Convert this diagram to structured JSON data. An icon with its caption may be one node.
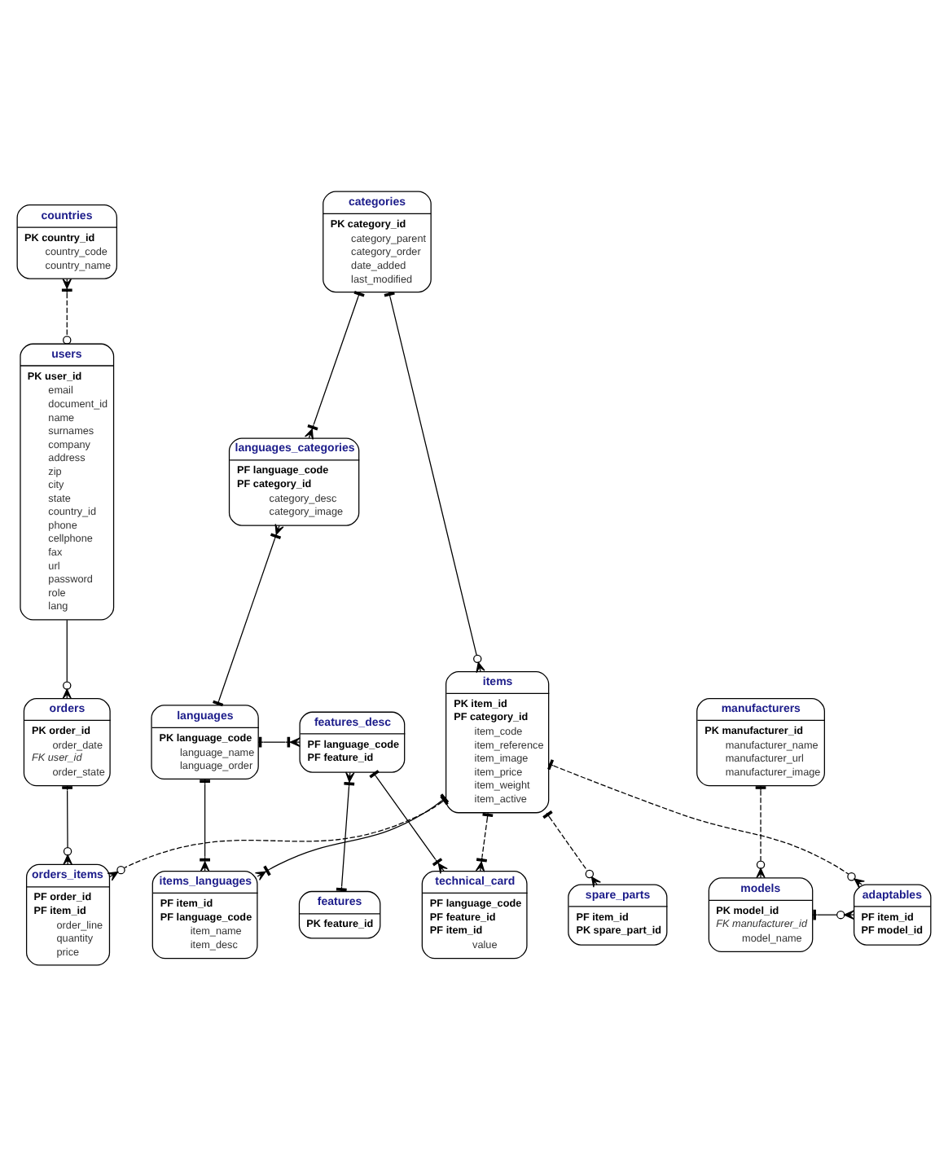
{
  "diagram": {
    "nodes": [
      {
        "text": [
          "countries",
          "PK country_id",
          "country_code",
          "country_name"
        ]
      },
      {
        "text": [
          "users",
          "PK user_id",
          "email",
          "document_id",
          "name",
          "surnames",
          "company",
          "address",
          "zip",
          "city",
          "state",
          "country_id",
          "phone",
          "cellphone",
          "fax",
          "url",
          "password",
          "role",
          "lang"
        ]
      },
      {
        "text": [
          "categories",
          "PK category_id",
          "category_parent",
          "category_order",
          "date_added",
          "last_modified"
        ]
      },
      {
        "text": [
          "languages_categories",
          "PF language_code",
          "PF category_id",
          "category_desc",
          "category_image"
        ]
      },
      {
        "text": [
          "manufacturers",
          "PK manufacturer_id",
          "manufacturer_name",
          "manufacturer_url",
          "manufacturer_image"
        ]
      },
      {
        "text": [
          "languages",
          "PK language_code",
          "language_name",
          "language_order"
        ]
      },
      {
        "text": [
          "features_desc",
          "PF language_code",
          "PF feature_id"
        ]
      },
      {
        "text": [
          "orders",
          "PK order_id",
          "order_date",
          "FK user_id",
          "order_state"
        ]
      },
      {
        "text": [
          "items",
          "PK item_id",
          "PF category_id",
          "item_code",
          "item_reference",
          "item_image",
          "item_price",
          "item_weight",
          "item_active"
        ]
      },
      {
        "text": [
          "items_languages",
          "PF item_id",
          "PF language_code",
          "item_name",
          "item_desc"
        ]
      },
      {
        "text": [
          "features",
          "PK feature_id"
        ]
      },
      {
        "text": [
          "technical_card",
          "PF language_code",
          "PF feature_id",
          "PF item_id",
          "value"
        ]
      },
      {
        "text": [
          "orders_items",
          "PF order_id",
          "PF item_id",
          "order_line",
          "quantity",
          "price"
        ]
      },
      {
        "text": [
          "spare_parts",
          "PF item_id",
          "PK spare_part_id"
        ]
      },
      {
        "text": [
          "adaptables",
          "PF item_id",
          "PF model_id"
        ]
      },
      {
        "text": [
          "models",
          "PK model_id",
          "FK manufacturer_id",
          "model_name"
        ]
      }
    ],
    "edges": [
      {
        "from": 0,
        "to": 1,
        "arrow": "other",
        "style": "dashed"
      },
      {
        "from": 2,
        "to": 3,
        "arrow": "other"
      },
      {
        "from": 3,
        "to": 5,
        "arrow": "other"
      },
      {
        "from": 2,
        "to": 8,
        "arrow": "other"
      },
      {
        "from": 5,
        "to": 6,
        "arrow": "other"
      },
      {
        "from": 5,
        "to": 9,
        "arrow": "other"
      },
      {
        "from": 6,
        "to": 10,
        "arrow": "other"
      },
      {
        "from": 6,
        "to": 11,
        "arrow": "other"
      },
      {
        "from": 1,
        "to": 7,
        "arrow": "other"
      },
      {
        "from": 8,
        "to": 9,
        "arrow": "other"
      },
      {
        "from": 8,
        "to": 11,
        "arrow": "other",
        "style": "dashed"
      },
      {
        "from": 7,
        "to": 12,
        "arrow": "other"
      },
      {
        "from": 8,
        "to": 12,
        "arrow": "other",
        "style": "dashed"
      },
      {
        "from": 8,
        "to": 13,
        "arrow": "other",
        "style": "dashed"
      },
      {
        "from": 8,
        "to": 14,
        "arrow": "other",
        "style": "dashed"
      },
      {
        "from": 4,
        "to": 15,
        "arrow": "other",
        "style": "dashed"
      },
      {
        "from": 15,
        "to": 14,
        "arrow": "other"
      }
    ]
  }
}
